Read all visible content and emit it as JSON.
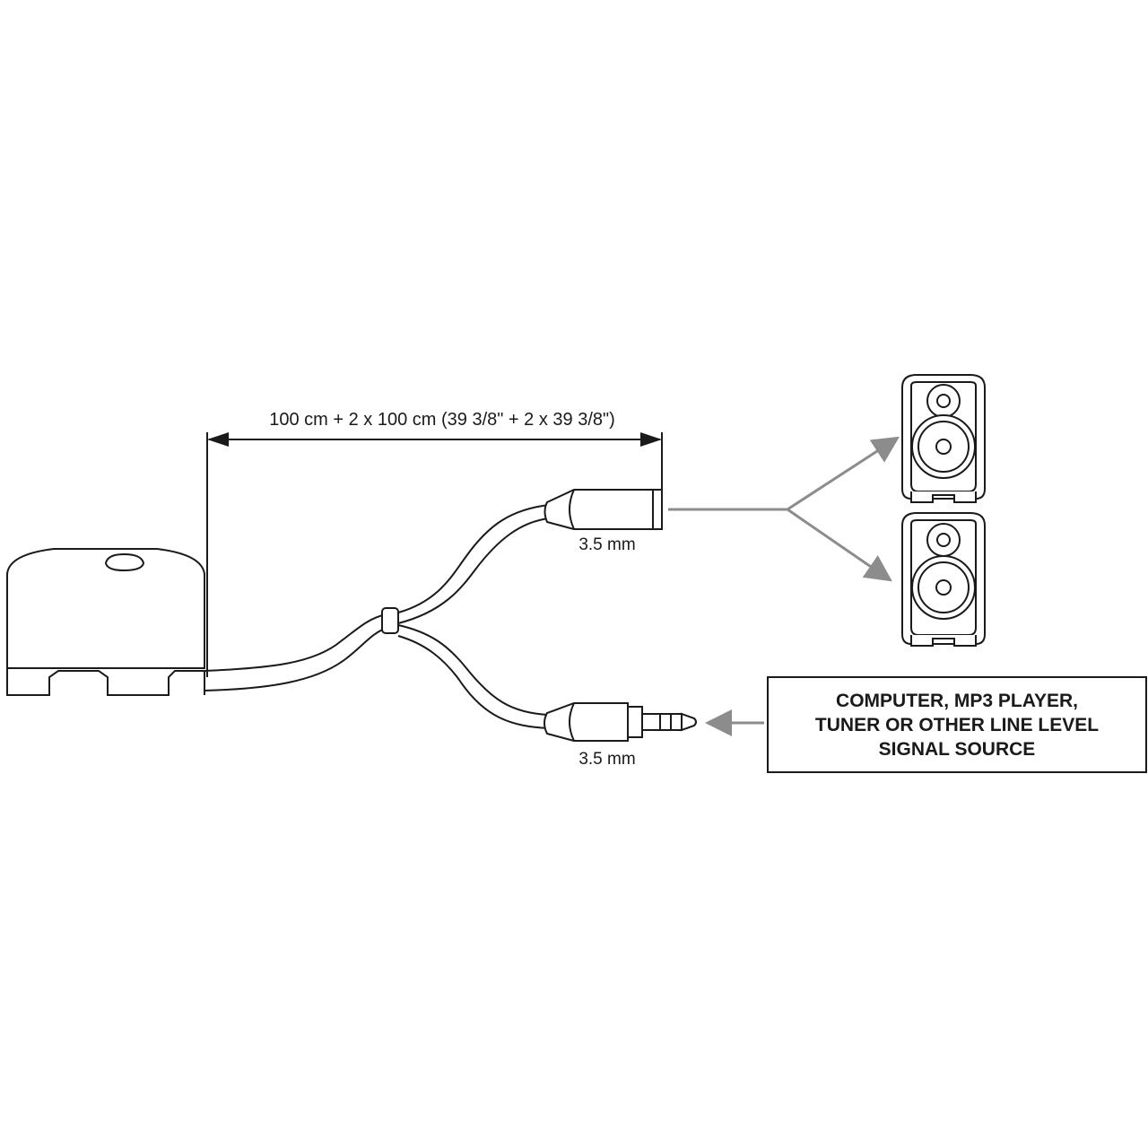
{
  "dimension_label": "100 cm + 2 x 100 cm  (39 3/8\" + 2 x 39 3/8\")",
  "top_connector_label": "3.5 mm",
  "bottom_connector_label": "3.5 mm",
  "source_box": {
    "lines": [
      "COMPUTER, MP3 PLAYER,",
      "TUNER OR OTHER LINE LEVEL",
      "SIGNAL SOURCE"
    ]
  },
  "colors": {
    "line": "#1a1a1a",
    "arrow_gray": "#8c8c8c",
    "device_fill": "#ffffff"
  }
}
